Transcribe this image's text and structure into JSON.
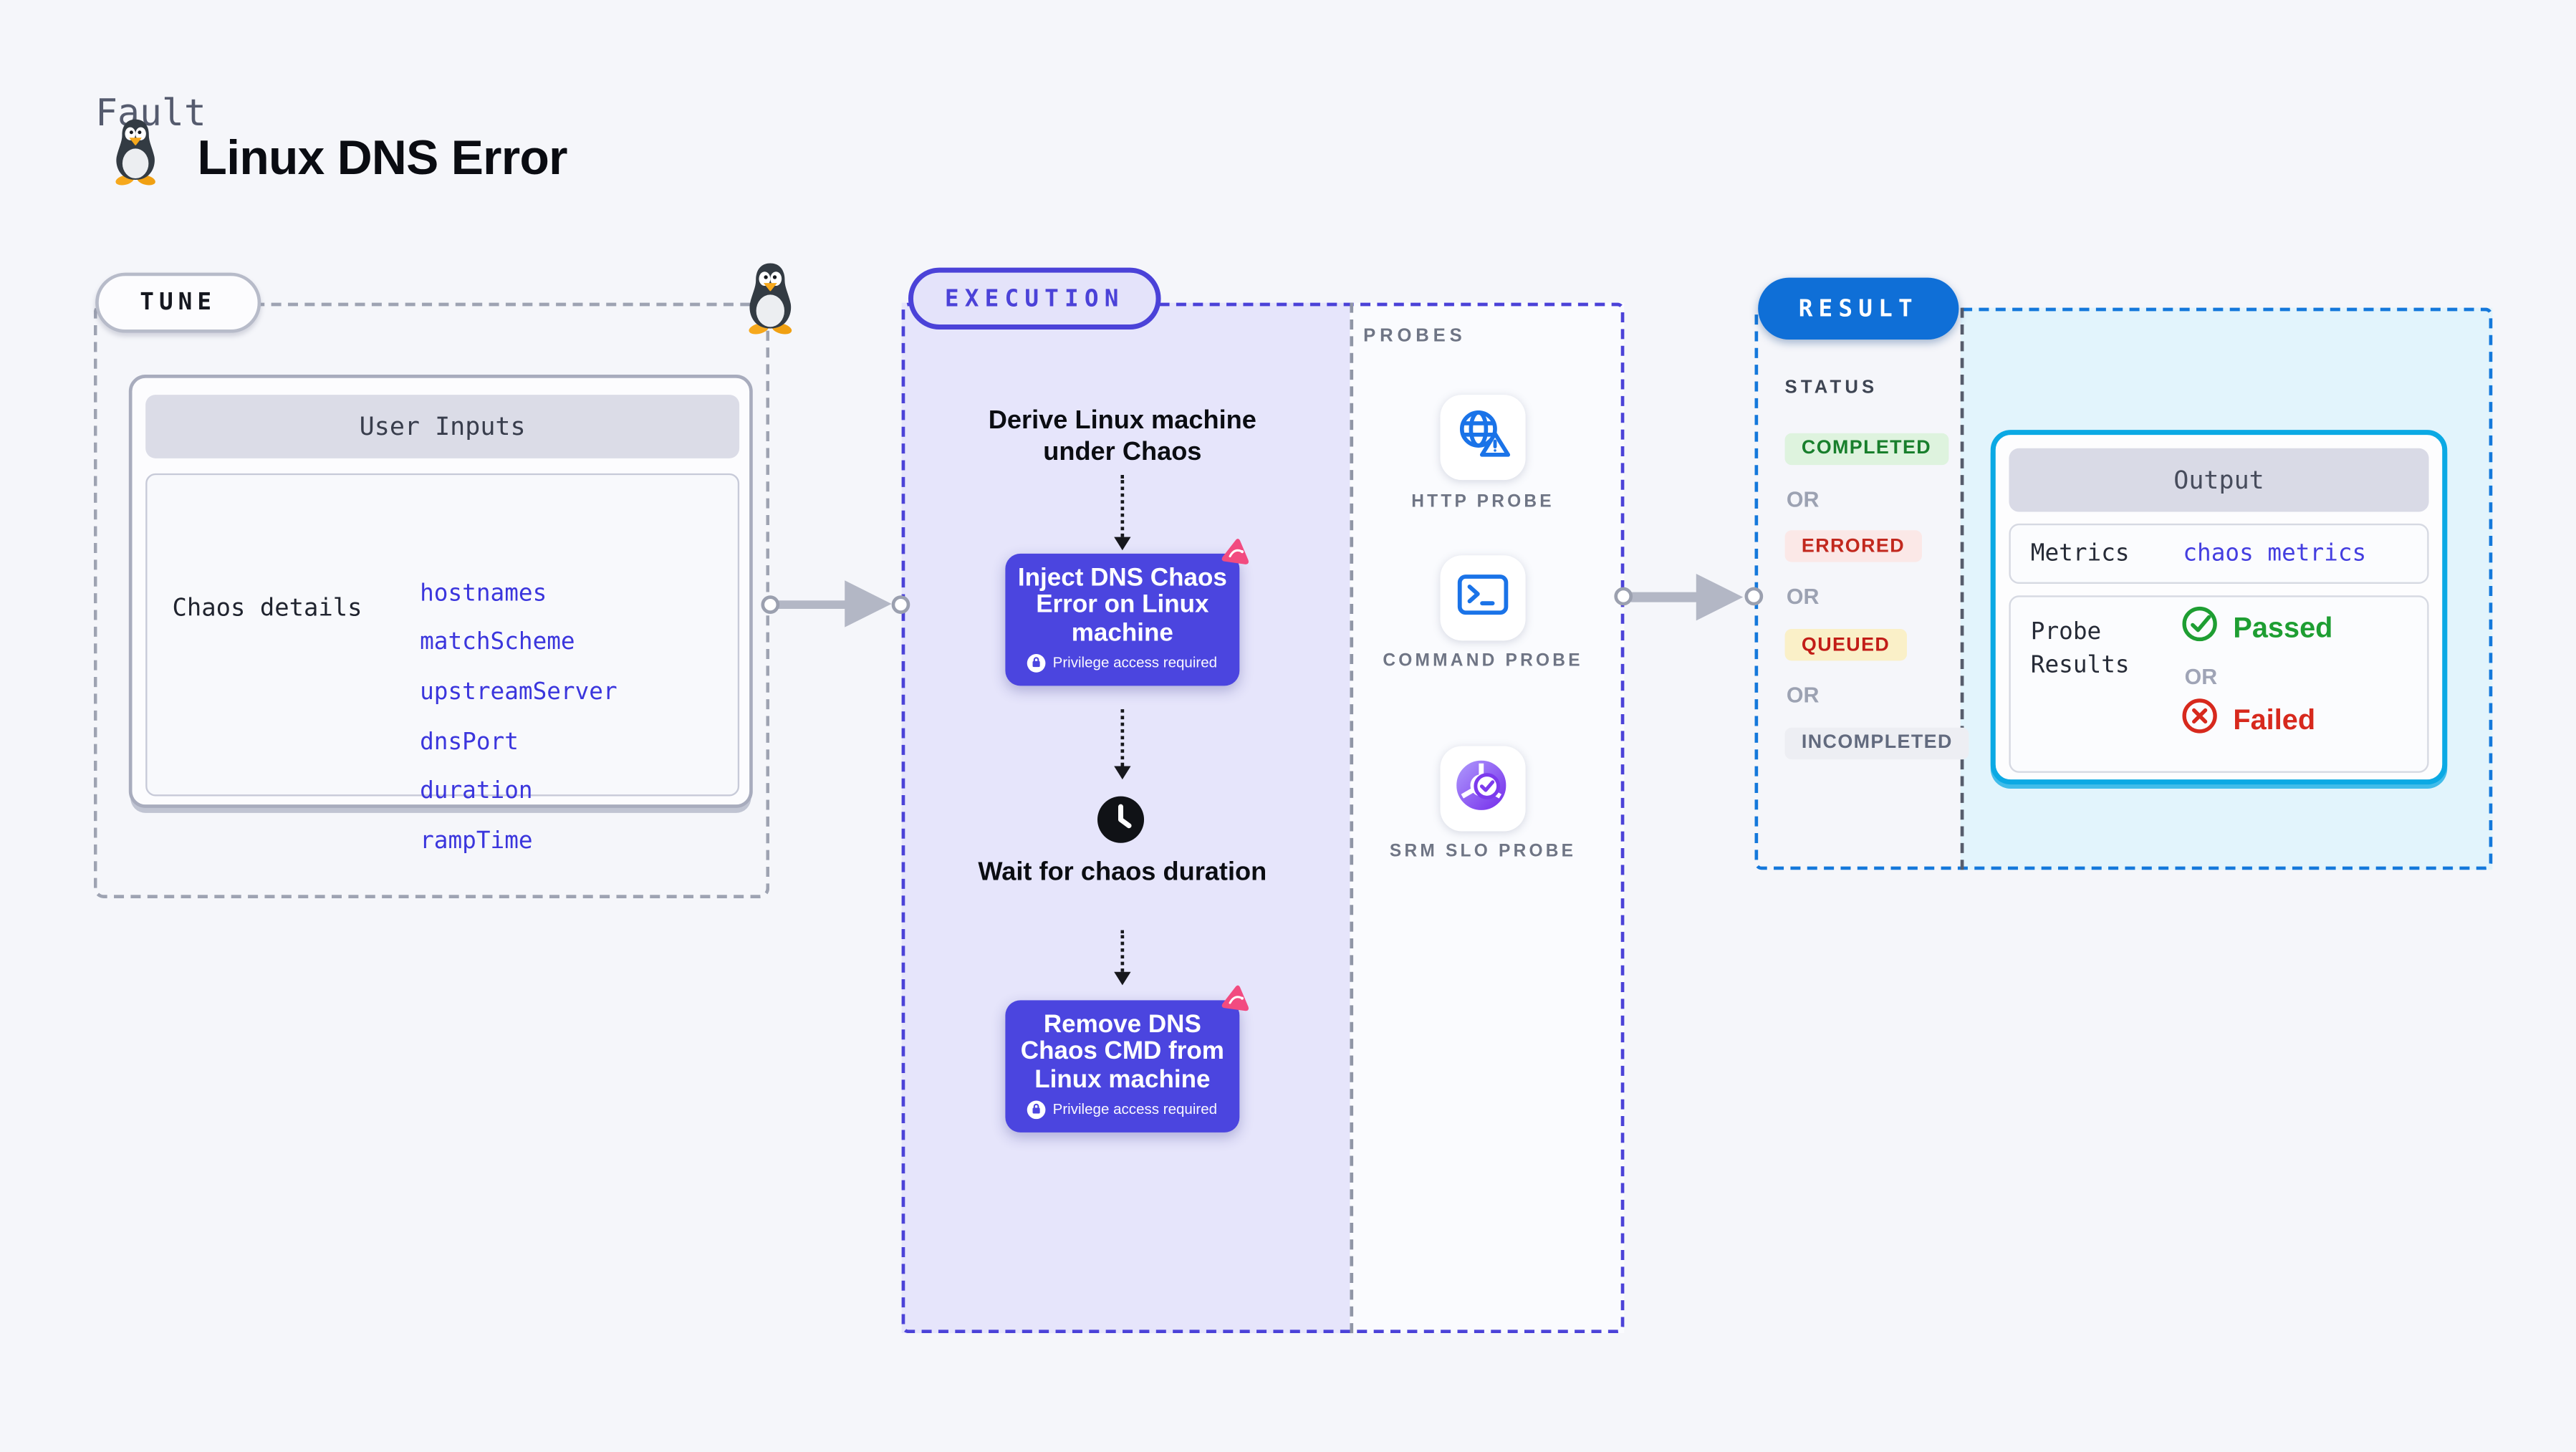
{
  "header": {
    "kicker": "Fault",
    "title": "Linux DNS Error",
    "icon": "tux-penguin"
  },
  "tune": {
    "pill": "TUNE",
    "card_title": "User Inputs",
    "row_label": "Chaos details",
    "params": [
      "hostnames",
      "matchScheme",
      "upstreamServer",
      "dnsPort",
      "duration",
      "rampTime"
    ]
  },
  "execution": {
    "pill": "EXECUTION",
    "derive_step": "Derive Linux machine under Chaos",
    "inject_step": "Inject DNS Chaos Error on Linux machine",
    "wait_step": "Wait for chaos duration",
    "remove_step": "Remove DNS Chaos CMD from Linux machine",
    "privilege_badge": "Privilege access required"
  },
  "probes": {
    "panel_label": "PROBES",
    "items": [
      {
        "label": "HTTP PROBE",
        "icon": "globe-alert-icon"
      },
      {
        "label": "COMMAND PROBE",
        "icon": "terminal-icon"
      },
      {
        "label": "SRM SLO PROBE",
        "icon": "slo-donut-icon"
      }
    ]
  },
  "result": {
    "pill": "RESULT",
    "status_label": "STATUS",
    "or_label": "OR",
    "statuses": [
      {
        "label": "COMPLETED",
        "type": "completed"
      },
      {
        "label": "ERRORED",
        "type": "errored"
      },
      {
        "label": "QUEUED",
        "type": "queued"
      },
      {
        "label": "INCOMPLETED",
        "type": "incompleted"
      }
    ],
    "output": {
      "title": "Output",
      "metrics_label": "Metrics",
      "metrics_value": "chaos metrics",
      "probe_results_label": "Probe Results",
      "passed_label": "Passed",
      "failed_label": "Failed"
    }
  },
  "colors": {
    "page_bg": "#F5F6FA",
    "execution_panel": "#E6E5FB",
    "execution_accent": "#4B42D8",
    "chaos_node": "#4B45DF",
    "result_accent": "#1478DB",
    "result_panel": "#E2F4FC",
    "output_border": "#0BA9E4",
    "link_blue": "#443EE0",
    "probe_icon_blue": "#1A73E8",
    "passed_green": "#1E9E32",
    "failed_red": "#D7291D",
    "pink_logo": "#F24B80"
  }
}
